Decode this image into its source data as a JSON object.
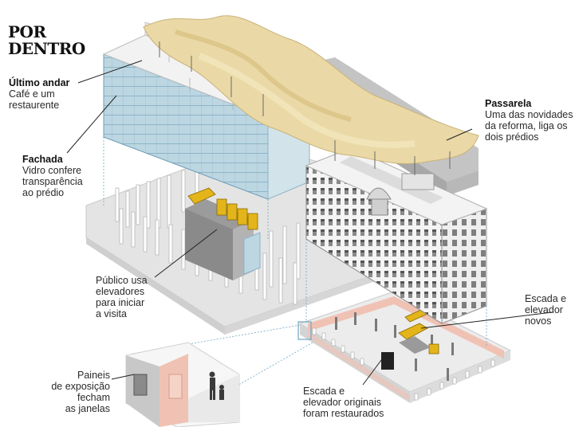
{
  "title_lines": [
    "POR",
    "DENTRO"
  ],
  "annotations": {
    "ultimo_andar": {
      "title": "Último andar",
      "desc": "Café e um\nrestaurente"
    },
    "fachada": {
      "title": "Fachada",
      "desc": "Vidro confere\ntransparência\nao prédio"
    },
    "passarela": {
      "title": "Passarela",
      "desc": "Uma das novidades\nda reforma, liga os\ndois prédios"
    },
    "publico": {
      "desc": "Público usa\nelevadores\npara iniciar\na visita"
    },
    "escada_novos": {
      "desc": "Escada e\nelevador\nnovos"
    },
    "paineis": {
      "desc": "Paineis\nde exposição\nfecham\nas janelas"
    },
    "escada_originais": {
      "desc": "Escada e\nelevador originais\nforam restaurados"
    }
  },
  "colors": {
    "glass": "#bcd6e2",
    "glass_line": "#6f9fb5",
    "roof_canopy": "#e8d8a8",
    "elevator_yellow": "#e3b51a",
    "wall_pink": "#f0c2b4",
    "ground": "#e4e4e4"
  }
}
